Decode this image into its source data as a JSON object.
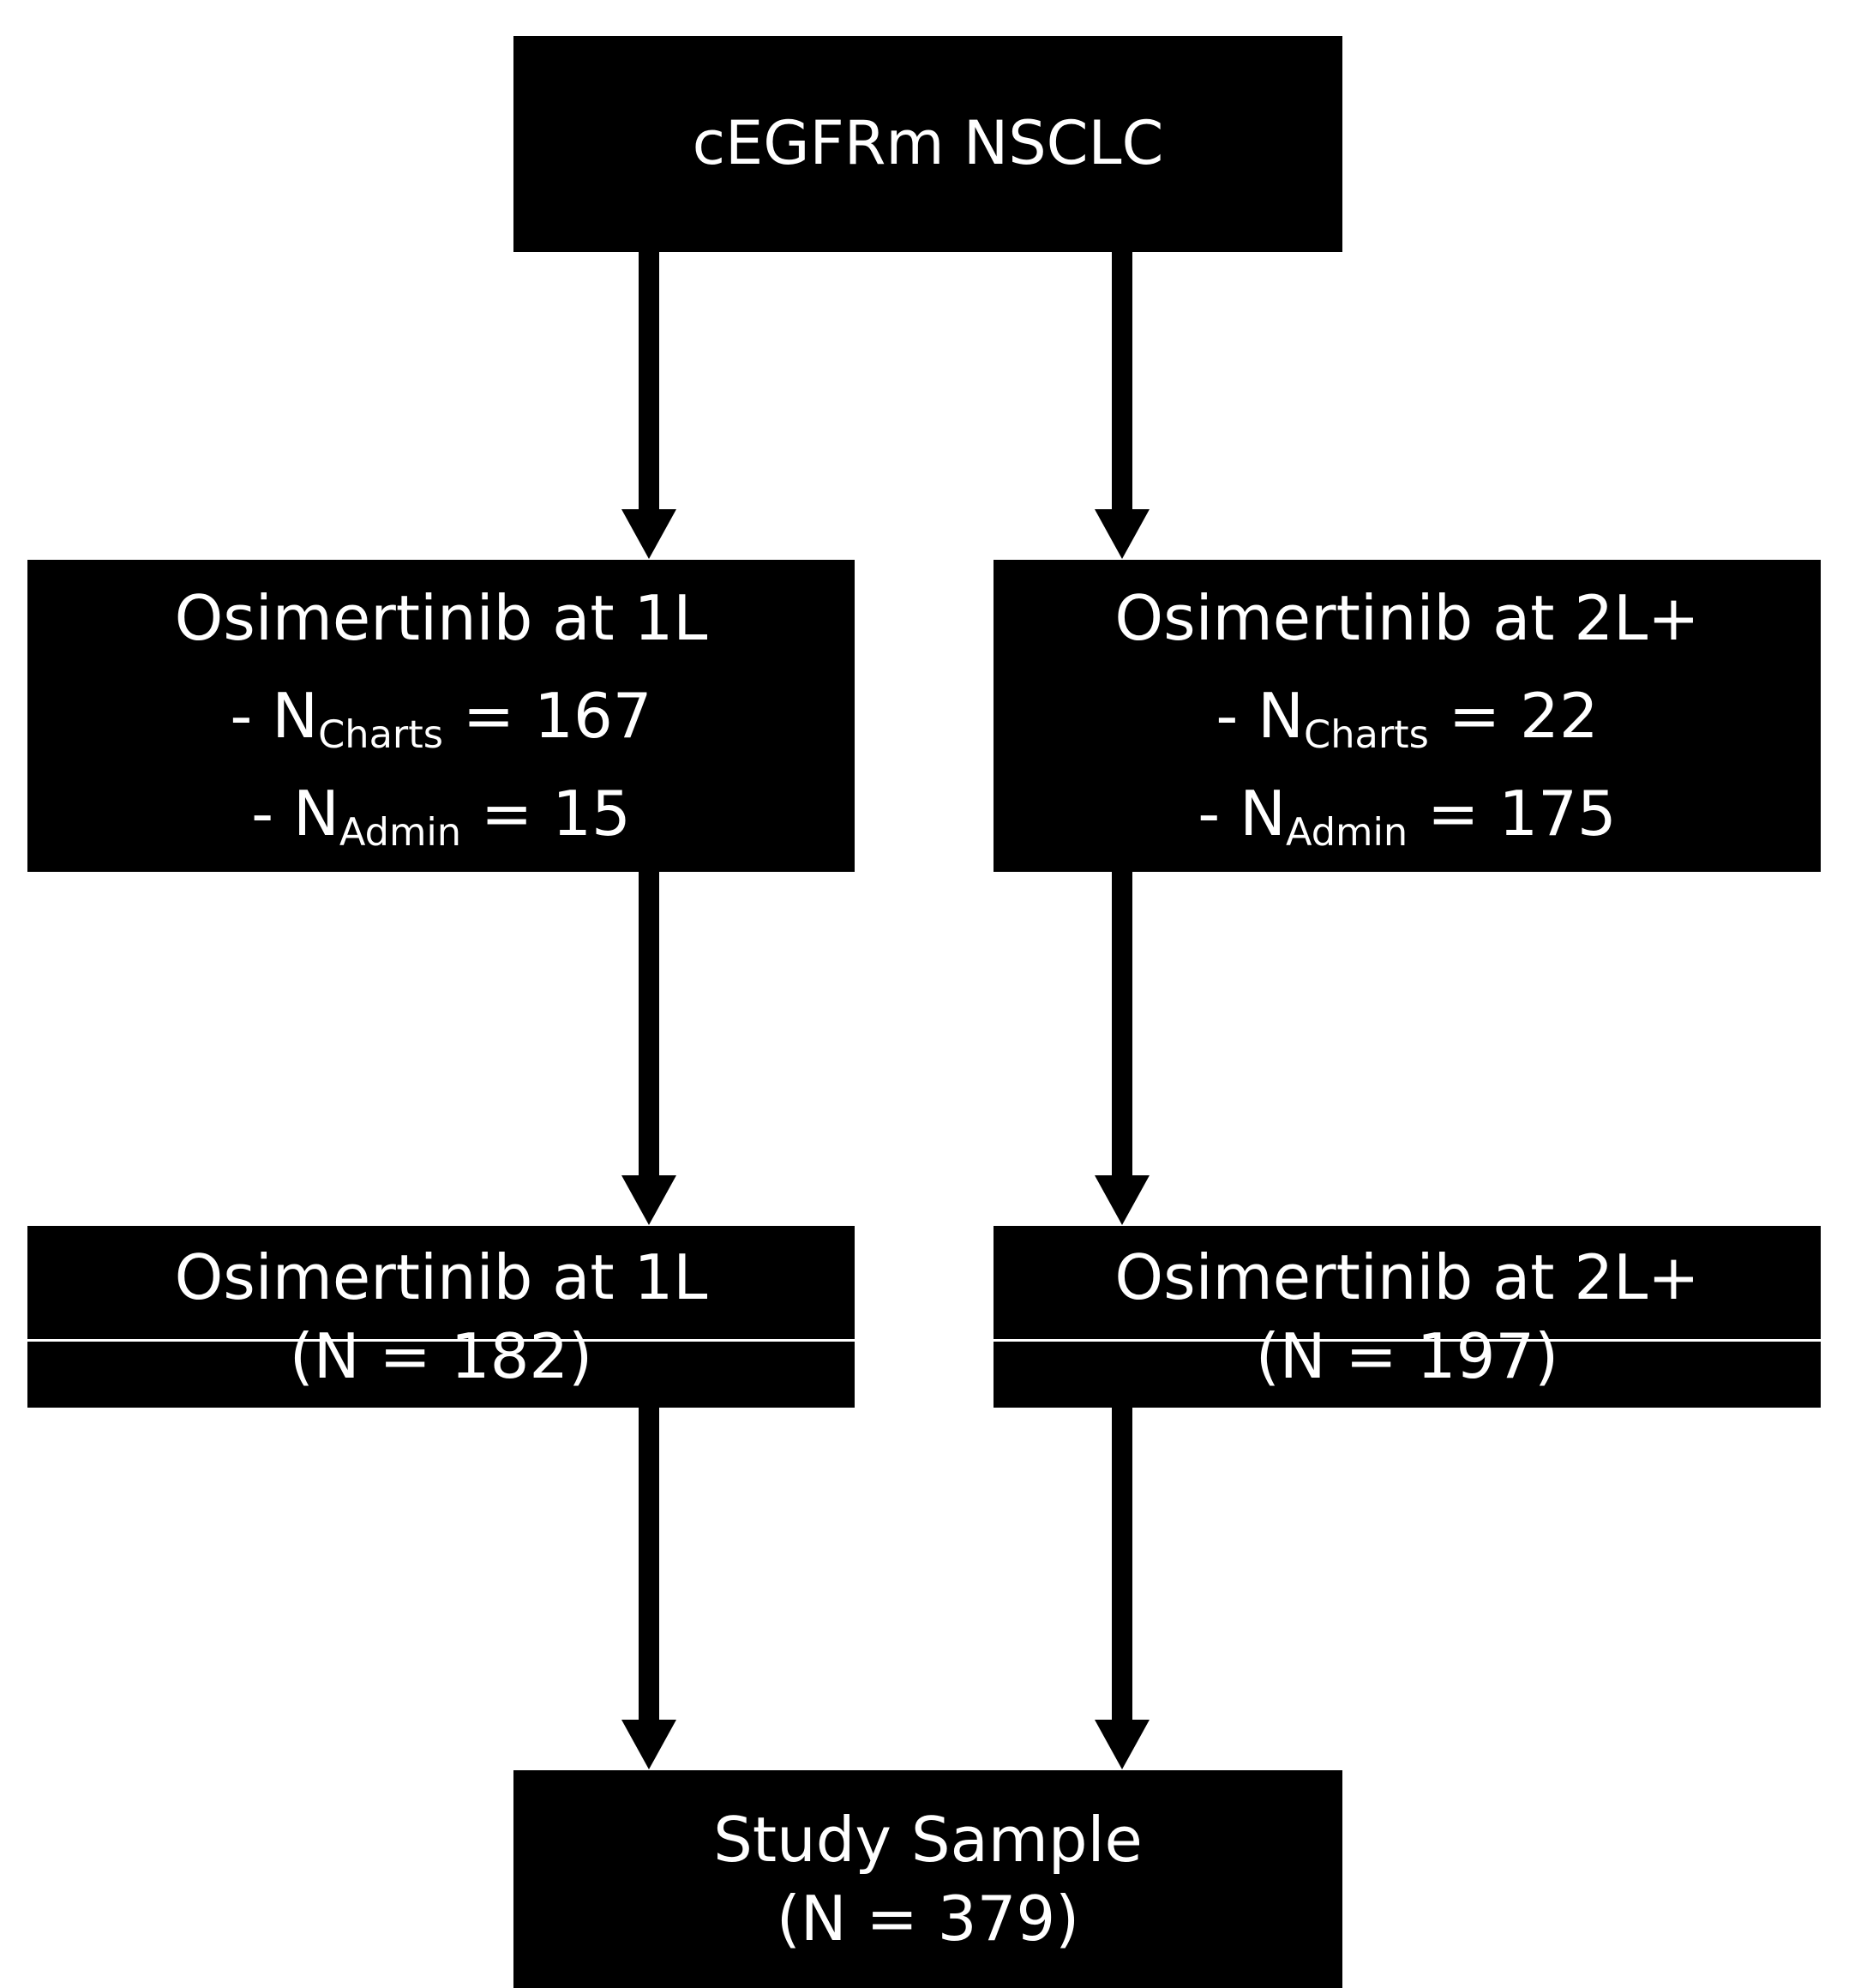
{
  "diagram": {
    "type": "flowchart",
    "title": "cEGFRm NSCLC study sample derivation",
    "colors": {
      "node_fill": "#000000",
      "node_text": "#ffffff",
      "background": "#ffffff",
      "connector": "#000000"
    },
    "nodes": [
      {
        "id": "root",
        "lines": [
          "cEGFRm NSCLC"
        ],
        "label": "cEGFRm NSCLC"
      },
      {
        "id": "osimertinib-1l-counts",
        "title": "Osimertinib at 1L",
        "rows": [
          {
            "prefix": "- N",
            "subscript": "Charts",
            "equals": "=",
            "value": "167"
          },
          {
            "prefix": "- N",
            "subscript": "Admin",
            "equals": "=",
            "value": "15"
          }
        ]
      },
      {
        "id": "osimertinib-2lplus-counts",
        "title": "Osimertinib at 2L+",
        "rows": [
          {
            "prefix": "- N",
            "subscript": "Charts",
            "equals": "=",
            "value": "22"
          },
          {
            "prefix": "- N",
            "subscript": "Admin",
            "equals": "=",
            "value": "175"
          }
        ]
      },
      {
        "id": "osimertinib-1l-total",
        "title": "Osimertinib at 1L",
        "total": "(N = 182)"
      },
      {
        "id": "osimertinib-2lplus-total",
        "title": "Osimertinib at 2L+",
        "total": "(N = 197)"
      },
      {
        "id": "study-sample",
        "title": "Study Sample",
        "total": "(N = 379)"
      }
    ],
    "edges": [
      {
        "id": "root-to-1l",
        "from": "root",
        "to": "osimertinib-1l-counts",
        "style": "arrow-down"
      },
      {
        "id": "root-to-2lplus",
        "from": "root",
        "to": "osimertinib-2lplus-counts",
        "style": "arrow-down"
      },
      {
        "id": "1l-counts-to-1l-total",
        "from": "osimertinib-1l-counts",
        "to": "osimertinib-1l-total",
        "style": "arrow-down"
      },
      {
        "id": "2lplus-counts-to-2lplus-total",
        "from": "osimertinib-2lplus-counts",
        "to": "osimertinib-2lplus-total",
        "style": "arrow-down"
      },
      {
        "id": "1l-total-to-sample",
        "from": "osimertinib-1l-total",
        "to": "study-sample",
        "style": "arrow-down"
      },
      {
        "id": "2lplus-total-to-sample",
        "from": "osimertinib-2lplus-total",
        "to": "study-sample",
        "style": "arrow-down"
      }
    ]
  },
  "chart_data": {
    "type": "table",
    "title": "Study sample derivation counts",
    "categories": [
      "Osimertinib at 1L",
      "Osimertinib at 2L+"
    ],
    "series": [
      {
        "name": "N Charts",
        "values": [
          167,
          22
        ]
      },
      {
        "name": "N Admin",
        "values": [
          15,
          175
        ]
      },
      {
        "name": "N Total",
        "values": [
          182,
          197
        ]
      }
    ],
    "total_label": "Study Sample",
    "total_value": 379
  }
}
